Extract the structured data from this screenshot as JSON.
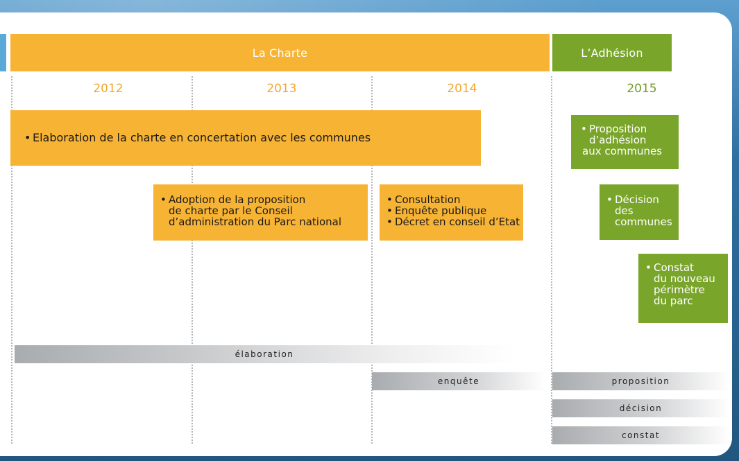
{
  "header": {
    "charte": "La Charte",
    "adhesion": "L’Adhésion"
  },
  "years": [
    "2012",
    "2013",
    "2014",
    "2015"
  ],
  "colors": {
    "orange": "#f7b334",
    "green": "#7aa52b",
    "blue": "#5aa9d6",
    "grey": "#a9acaf"
  },
  "boxes": {
    "elaboration": "Elaboration de la charte en concertation avec les communes",
    "adoption": [
      "Adoption de la proposition",
      "de charte par le Conseil",
      "d’administration du Parc national"
    ],
    "consultation": [
      "Consultation",
      "Enquête publique",
      "Décret en conseil d’Etat"
    ],
    "proposition": [
      "Proposition",
      "d’adhésion",
      "aux communes"
    ],
    "decision": [
      "Décision",
      "des",
      "communes"
    ],
    "constat": [
      "Constat",
      "du nouveau",
      "périmètre",
      "du parc"
    ]
  },
  "bars": {
    "elaboration": "élaboration",
    "enquete": "enquête",
    "proposition": "proposition",
    "decision": "décision",
    "constat": "constat"
  }
}
